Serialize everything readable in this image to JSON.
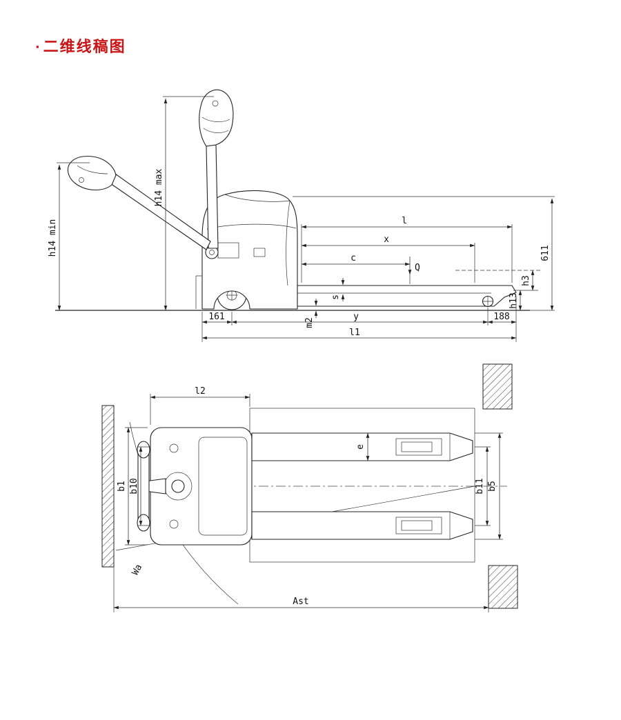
{
  "page": {
    "bullet": "▪",
    "title": "二维线稿图",
    "title_color": "#c81414"
  },
  "side_view": {
    "labels": {
      "h14_min": "h14 min",
      "h14_max": "h14 max",
      "l": "l",
      "x": "x",
      "c": "c",
      "q": "Q",
      "d611": "611",
      "h3": "h3",
      "h13": "h13",
      "s": "s",
      "m2": "m2",
      "y": "y",
      "d161": "161",
      "d188": "188",
      "l1": "l1"
    }
  },
  "top_view": {
    "labels": {
      "l2": "l2",
      "b1": "b1",
      "b10": "b10",
      "e": "e",
      "b11": "b11",
      "b5": "b5",
      "wa": "Wa",
      "ast": "Ast"
    }
  }
}
